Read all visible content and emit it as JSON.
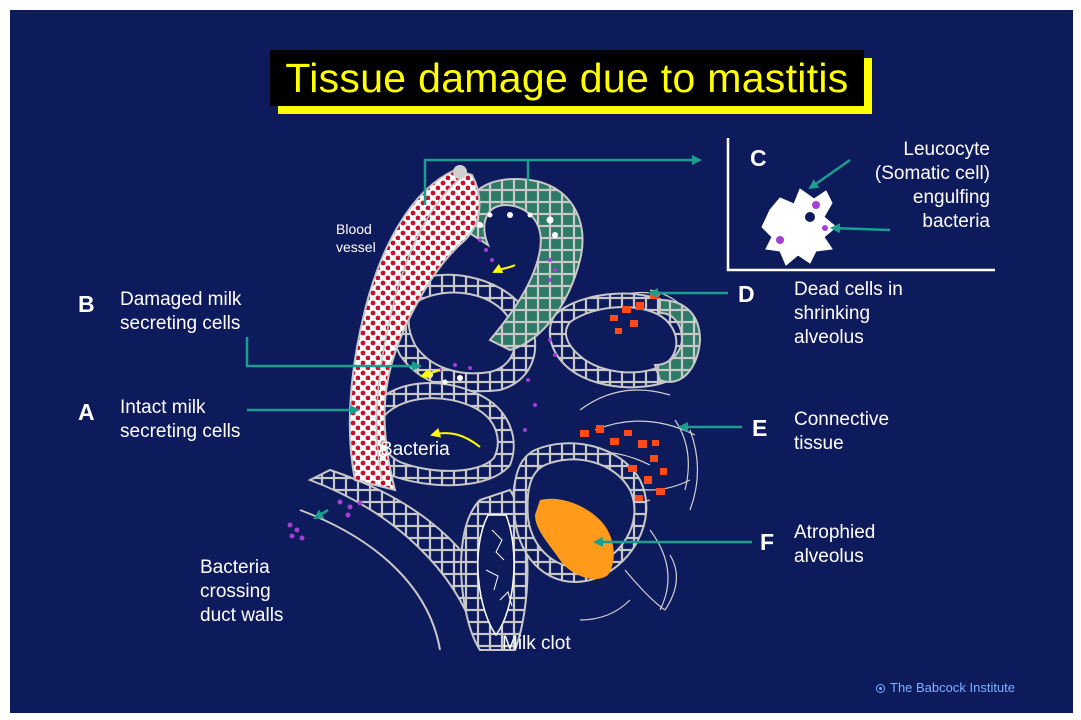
{
  "title": "Tissue damage due to mastitis",
  "labels": {
    "blood_vessel": "Blood\nvessel",
    "b_letter": "B",
    "b_text": "Damaged milk\nsecreting cells",
    "a_letter": "A",
    "a_text": "Intact milk\nsecreting cells",
    "bacteria_inside": "Bacteria",
    "bacteria_crossing": "Bacteria\ncrossing\nduct  walls",
    "milk_clot": "Milk clot",
    "c_letter": "C",
    "c_text": "Leucocyte\n(Somatic cell)\nengulfing\nbacteria",
    "d_letter": "D",
    "d_text": "Dead cells in\nshrinking\nalveolus",
    "e_letter": "E",
    "e_text": "Connective\ntissue",
    "f_letter": "F",
    "f_text": "Atrophied\nalveolus"
  },
  "credit": "The Babcock Institute",
  "colors": {
    "background": "#0d1a5c",
    "title_text": "#ffff00",
    "arrow": "#1a9e8f",
    "blood": "#c8102e",
    "dead_cells": "#ff4a1a",
    "atrophied": "#ff9a1a",
    "bacteria": "#a23fd6"
  }
}
